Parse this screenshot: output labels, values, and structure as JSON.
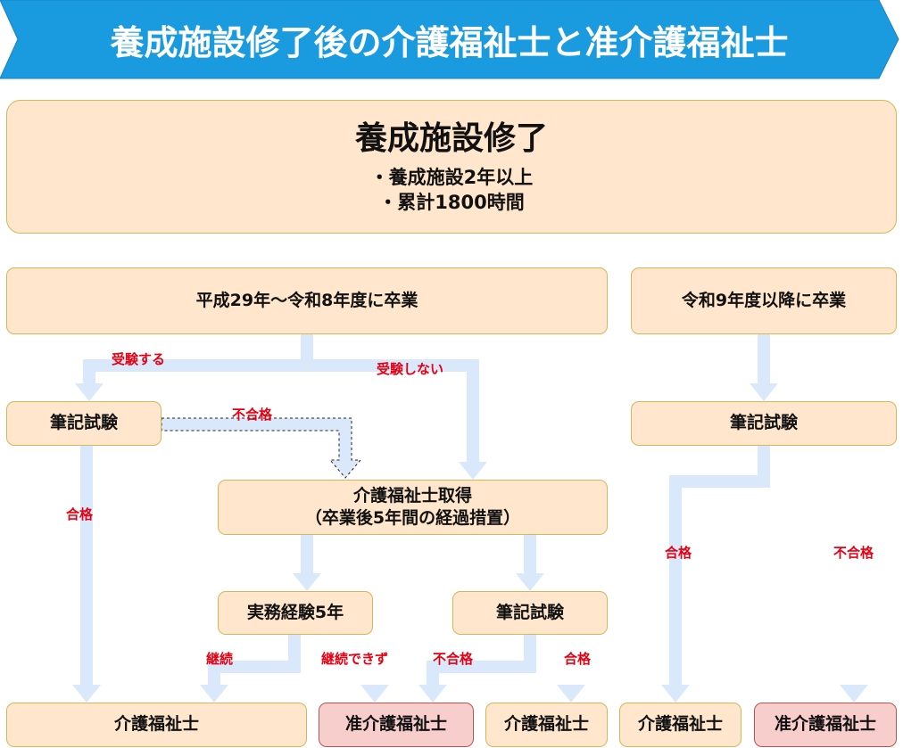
{
  "title": "養成施設修了後の介護福祉士と准介護福祉士",
  "top_box": {
    "heading": "養成施設修了",
    "line1": "・養成施設2年以上",
    "line2": "・累計1800時間"
  },
  "branch_a": "平成29年～令和8年度に卒業",
  "branch_b": "令和9年度以降に卒業",
  "exam": "筆記試験",
  "acquire": {
    "line1": "介護福祉士取得",
    "line2": "（卒業後5年間の経過措置）"
  },
  "experience": "実務経験5年",
  "kaigo": "介護福祉士",
  "jun_kaigo": "准介護福祉士",
  "labels": {
    "take": "受験する",
    "not_take": "受験しない",
    "fail": "不合格",
    "pass": "合格",
    "continue": "継続",
    "cannot_continue": "継続できず"
  },
  "colors": {
    "banner": "#1a9be0",
    "box": "#ffe6cc",
    "pink": "#f8cecc",
    "arrow": "#dae8fc",
    "label": "#e60012"
  }
}
